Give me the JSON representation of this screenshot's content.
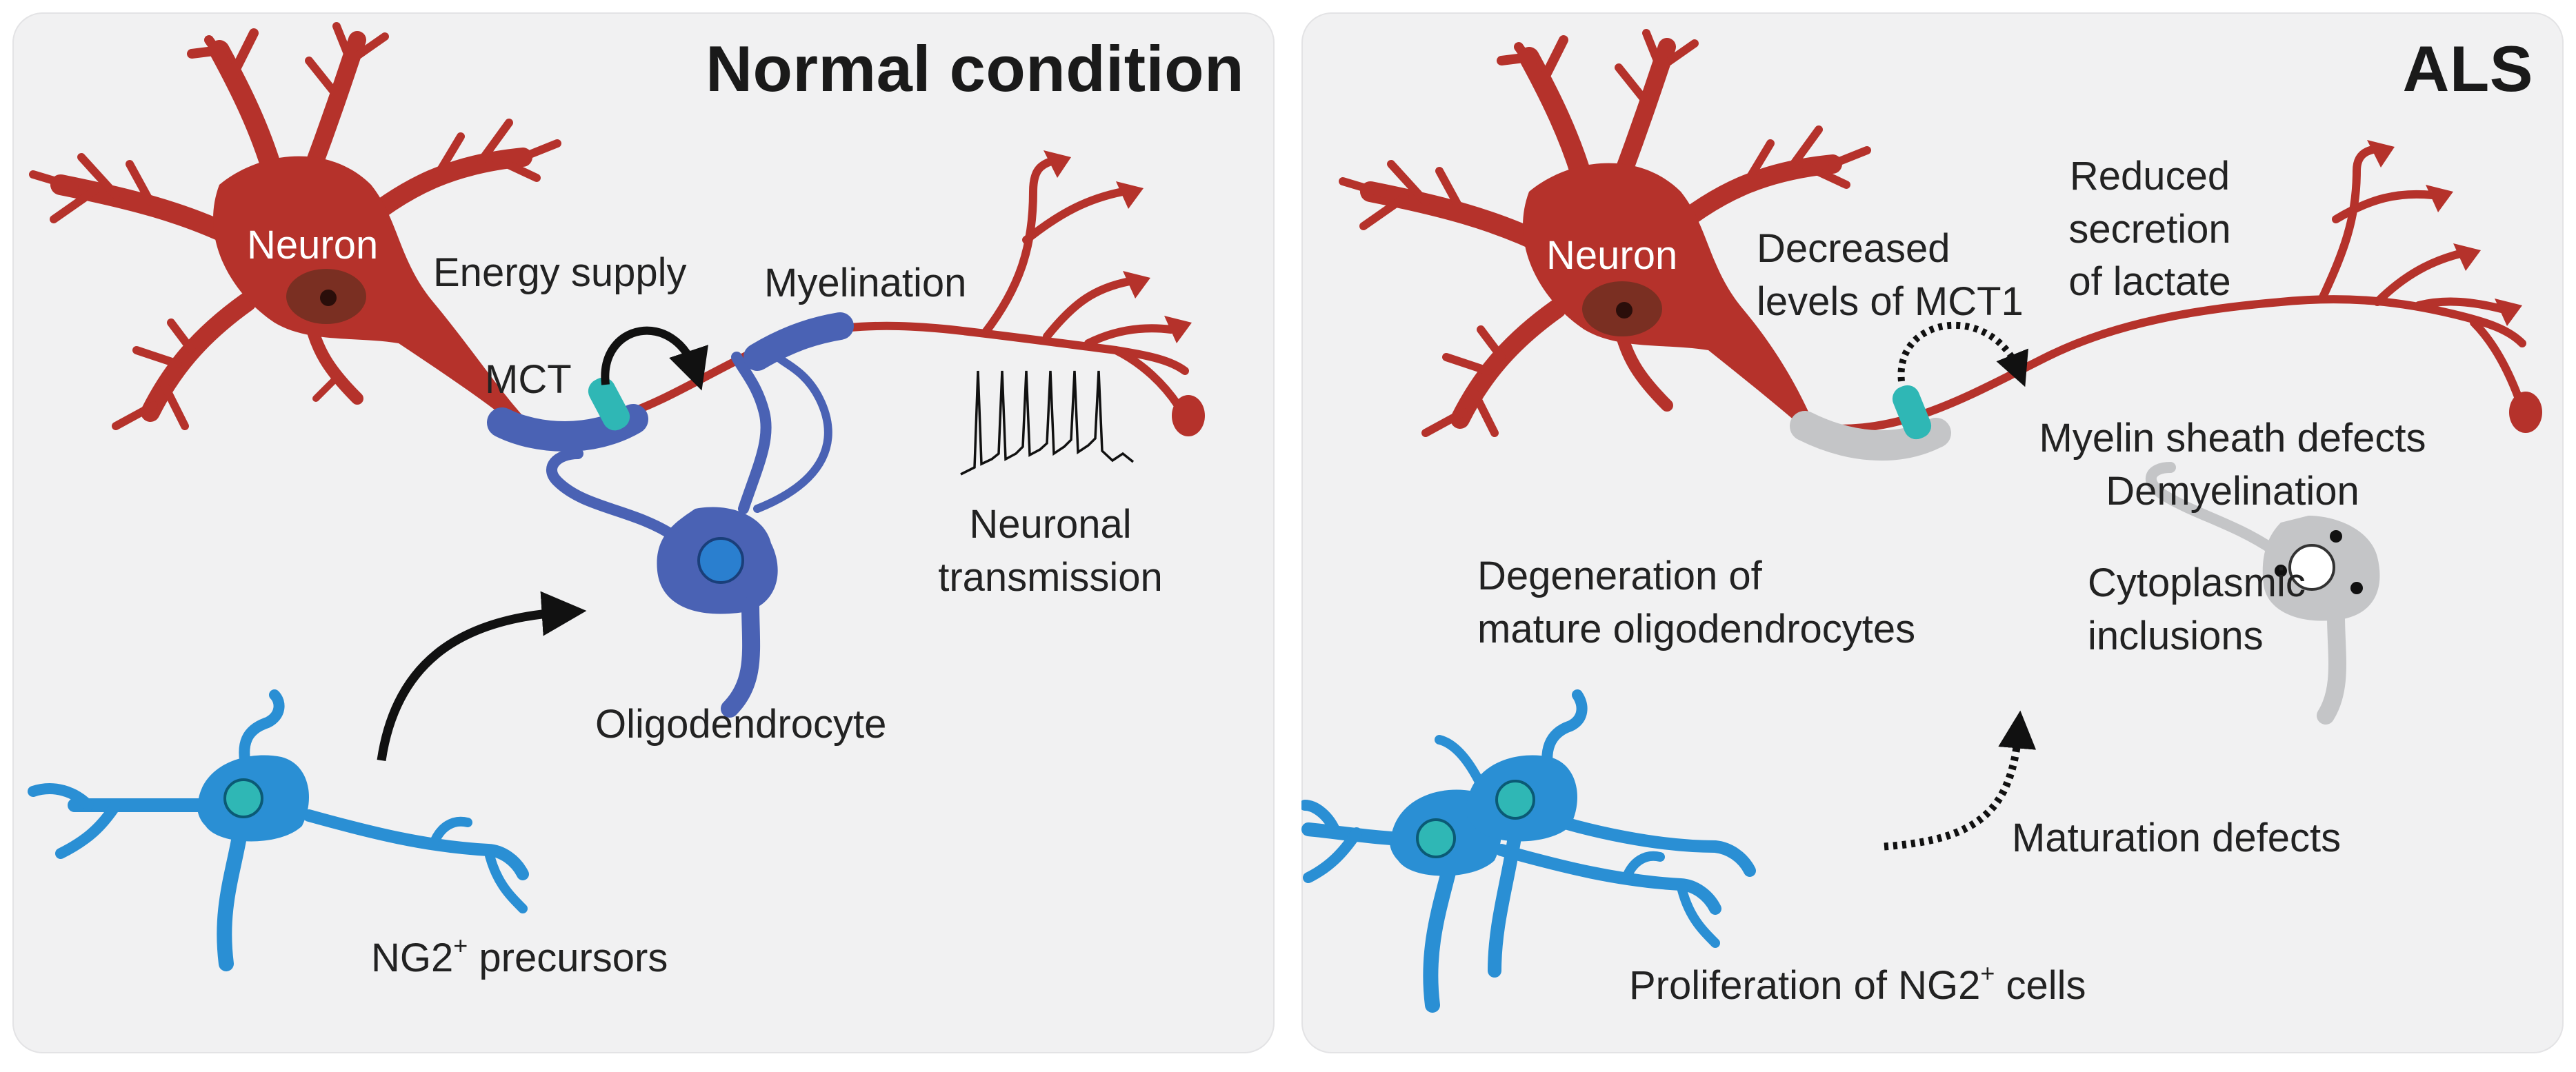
{
  "left": {
    "title": "Normal condition",
    "neuron": "Neuron",
    "energy": "Energy supply",
    "mct": "MCT",
    "myelination": "Myelination",
    "transmission_1": "Neuronal",
    "transmission_2": "transmission",
    "oligodendrocyte": "Oligodendrocyte",
    "precursors_prefix": "NG2",
    "precursors_sup": "+",
    "precursors_suffix": " precursors"
  },
  "right": {
    "title": "ALS",
    "neuron": "Neuron",
    "decreased_1": "Decreased",
    "decreased_2": "levels of MCT1",
    "reduced_1": "Reduced",
    "reduced_2": "secretion",
    "reduced_3": "of lactate",
    "myelin_1": "Myelin sheath defects",
    "myelin_2": "Demyelination",
    "degeneration_1": "Degeneration of",
    "degeneration_2": "mature oligodendrocytes",
    "inclusions_1": "Cytoplasmic",
    "inclusions_2": "inclusions",
    "maturation": "Maturation defects",
    "proliferation_prefix": "Proliferation of NG2",
    "proliferation_sup": "+",
    "proliferation_suffix": " cells"
  },
  "colors": {
    "neuron_red": "#b5322b",
    "nucleus_brown": "#7a2f22",
    "oligo_blue": "#4a62b4",
    "precursor_blue": "#2a8fd4",
    "mct_teal": "#2fb7b5",
    "degenerate_gray": "#c4c5c7",
    "panel_bg": "#f1f1f2"
  }
}
